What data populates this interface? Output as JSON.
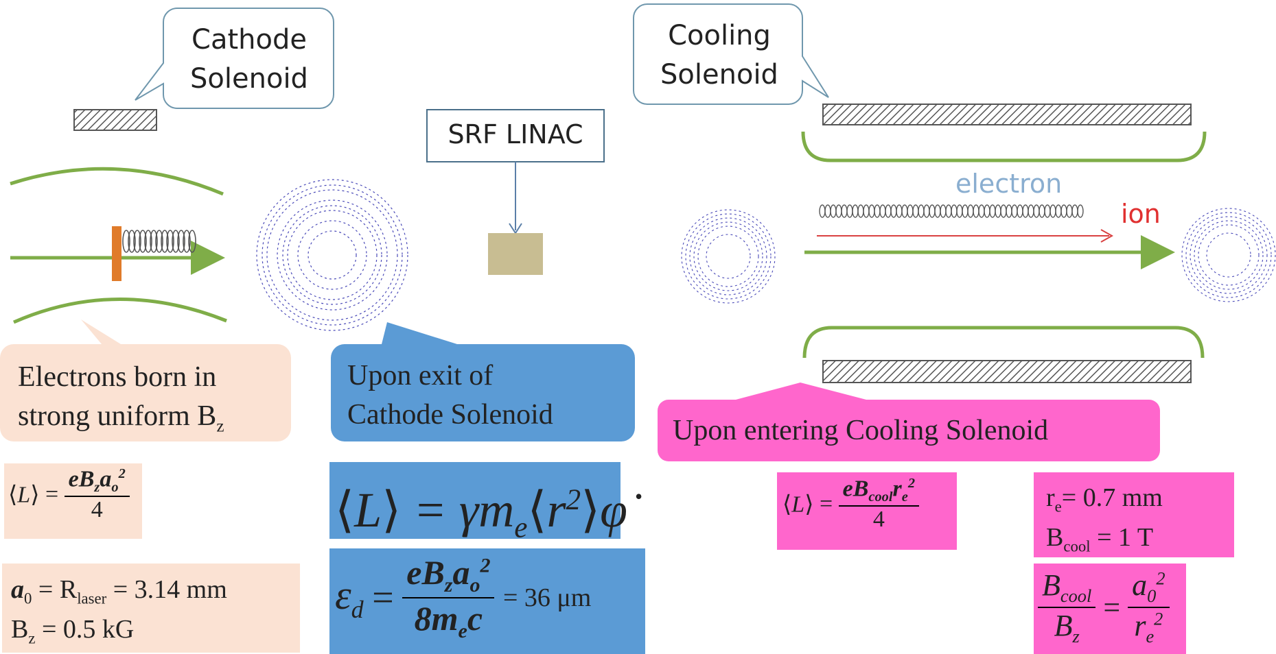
{
  "callouts": {
    "cathode_solenoid": [
      "Cathode",
      "Solenoid"
    ],
    "cooling_solenoid": [
      "Cooling",
      "Solenoid"
    ],
    "srf_linac": "SRF LINAC"
  },
  "beam_labels": {
    "electron": "electron",
    "ion": "ion"
  },
  "boxes": {
    "born": {
      "line1": "Electrons born in",
      "line2": "strong uniform B",
      "sub": "z"
    },
    "exit": {
      "line1": "Upon exit of",
      "line2": "Cathode Solenoid"
    },
    "entering": {
      "text": "Upon entering Cooling Solenoid"
    }
  },
  "equations": {
    "L_born": {
      "lhs": "L",
      "eq": "=",
      "num": "eB",
      "num_sub": "z",
      "num_b": "a",
      "num_b_sub": "o",
      "num_b_sup": "2",
      "den": "4"
    },
    "params_left": {
      "a0": "a",
      "a0_sub": "0",
      "a0_rest": " = R",
      "a0_rest_sub": "laser",
      "a0_value": " = 3.14 mm",
      "bz": "B",
      "bz_sub": "z",
      "bz_value": " = 0.5 kG"
    },
    "L_exit": {
      "lhs": "L",
      "rhs": "= γm",
      "rhs_sub": "e",
      "r": "r",
      "r_sup": "2",
      "phi": "φ̇"
    },
    "emittance": {
      "lhs": "ε",
      "lhs_sub": "d",
      "eq": "=",
      "num": "eB",
      "num_sub": "z",
      "num_b": "a",
      "num_b_sub": "o",
      "num_b_sup": "2",
      "den": "8m",
      "den_sub": "e",
      "den_b": "c",
      "value": "= 36 μm"
    },
    "L_cool": {
      "lhs": "L",
      "eq": "=",
      "num": "eB",
      "num_sub": "cool",
      "num_b": "r",
      "num_b_sub": "e",
      "num_b_sup": "2",
      "den": "4"
    },
    "params_right": {
      "re": "r",
      "re_sub": "e",
      "re_value": "= 0.7 mm",
      "bcool": "B",
      "bcool_sub": "cool",
      "bcool_value": " = 1 T"
    },
    "ratio": {
      "num": "B",
      "num_sub": "cool",
      "den": "B",
      "den_sub": "z",
      "eq": "=",
      "rnum": "a",
      "rnum_sub": "0",
      "rnum_sup": "2",
      "rden": "r",
      "rden_sub": "e",
      "rden_sup": "2"
    }
  },
  "colors": {
    "peach": "#fbe2d3",
    "blue": "#5b9bd5",
    "magenta": "#ff66cc",
    "green": "#7fad48",
    "orange": "#e07b2a",
    "linac_block": "#c8bd92",
    "callout_border": "#6f97ad"
  }
}
